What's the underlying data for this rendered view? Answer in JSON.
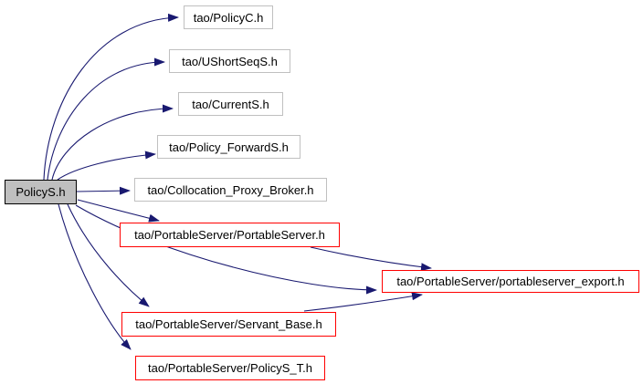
{
  "diagram": {
    "kind": "include-dependency-graph",
    "colors": {
      "edge": "#191970",
      "plain_node_border": "#c0c0c0",
      "linked_node_border": "#ff0000",
      "main_node_fill": "#bfbfbf",
      "node_fill": "#ffffff",
      "text": "#000000",
      "background": "#ffffff"
    },
    "nodes": [
      {
        "id": "policys",
        "label": "PolicyS.h",
        "kind": "main"
      },
      {
        "id": "policyc",
        "label": "tao/PolicyC.h",
        "kind": "plain"
      },
      {
        "id": "ushortseqs",
        "label": "tao/UShortSeqS.h",
        "kind": "plain"
      },
      {
        "id": "currents",
        "label": "tao/CurrentS.h",
        "kind": "plain"
      },
      {
        "id": "policy_forwards",
        "label": "tao/Policy_ForwardS.h",
        "kind": "plain"
      },
      {
        "id": "collocation_proxy_broker",
        "label": "tao/Collocation_Proxy_Broker.h",
        "kind": "plain"
      },
      {
        "id": "portableserver",
        "label": "tao/PortableServer/PortableServer.h",
        "kind": "linked"
      },
      {
        "id": "portableserver_export",
        "label": "tao/PortableServer/portableserver_export.h",
        "kind": "linked"
      },
      {
        "id": "servant_base",
        "label": "tao/PortableServer/Servant_Base.h",
        "kind": "linked"
      },
      {
        "id": "policys_t",
        "label": "tao/PortableServer/PolicyS_T.h",
        "kind": "linked"
      }
    ],
    "edges": [
      {
        "from": "PolicyS.h",
        "to": "tao/PolicyC.h"
      },
      {
        "from": "PolicyS.h",
        "to": "tao/UShortSeqS.h"
      },
      {
        "from": "PolicyS.h",
        "to": "tao/CurrentS.h"
      },
      {
        "from": "PolicyS.h",
        "to": "tao/Policy_ForwardS.h"
      },
      {
        "from": "PolicyS.h",
        "to": "tao/Collocation_Proxy_Broker.h"
      },
      {
        "from": "PolicyS.h",
        "to": "tao/PortableServer/PortableServer.h"
      },
      {
        "from": "PolicyS.h",
        "to": "tao/PortableServer/portableserver_export.h"
      },
      {
        "from": "PolicyS.h",
        "to": "tao/PortableServer/Servant_Base.h"
      },
      {
        "from": "PolicyS.h",
        "to": "tao/PortableServer/PolicyS_T.h"
      },
      {
        "from": "tao/PortableServer/PortableServer.h",
        "to": "tao/PortableServer/portableserver_export.h"
      },
      {
        "from": "tao/PortableServer/Servant_Base.h",
        "to": "tao/PortableServer/portableserver_export.h"
      }
    ]
  }
}
